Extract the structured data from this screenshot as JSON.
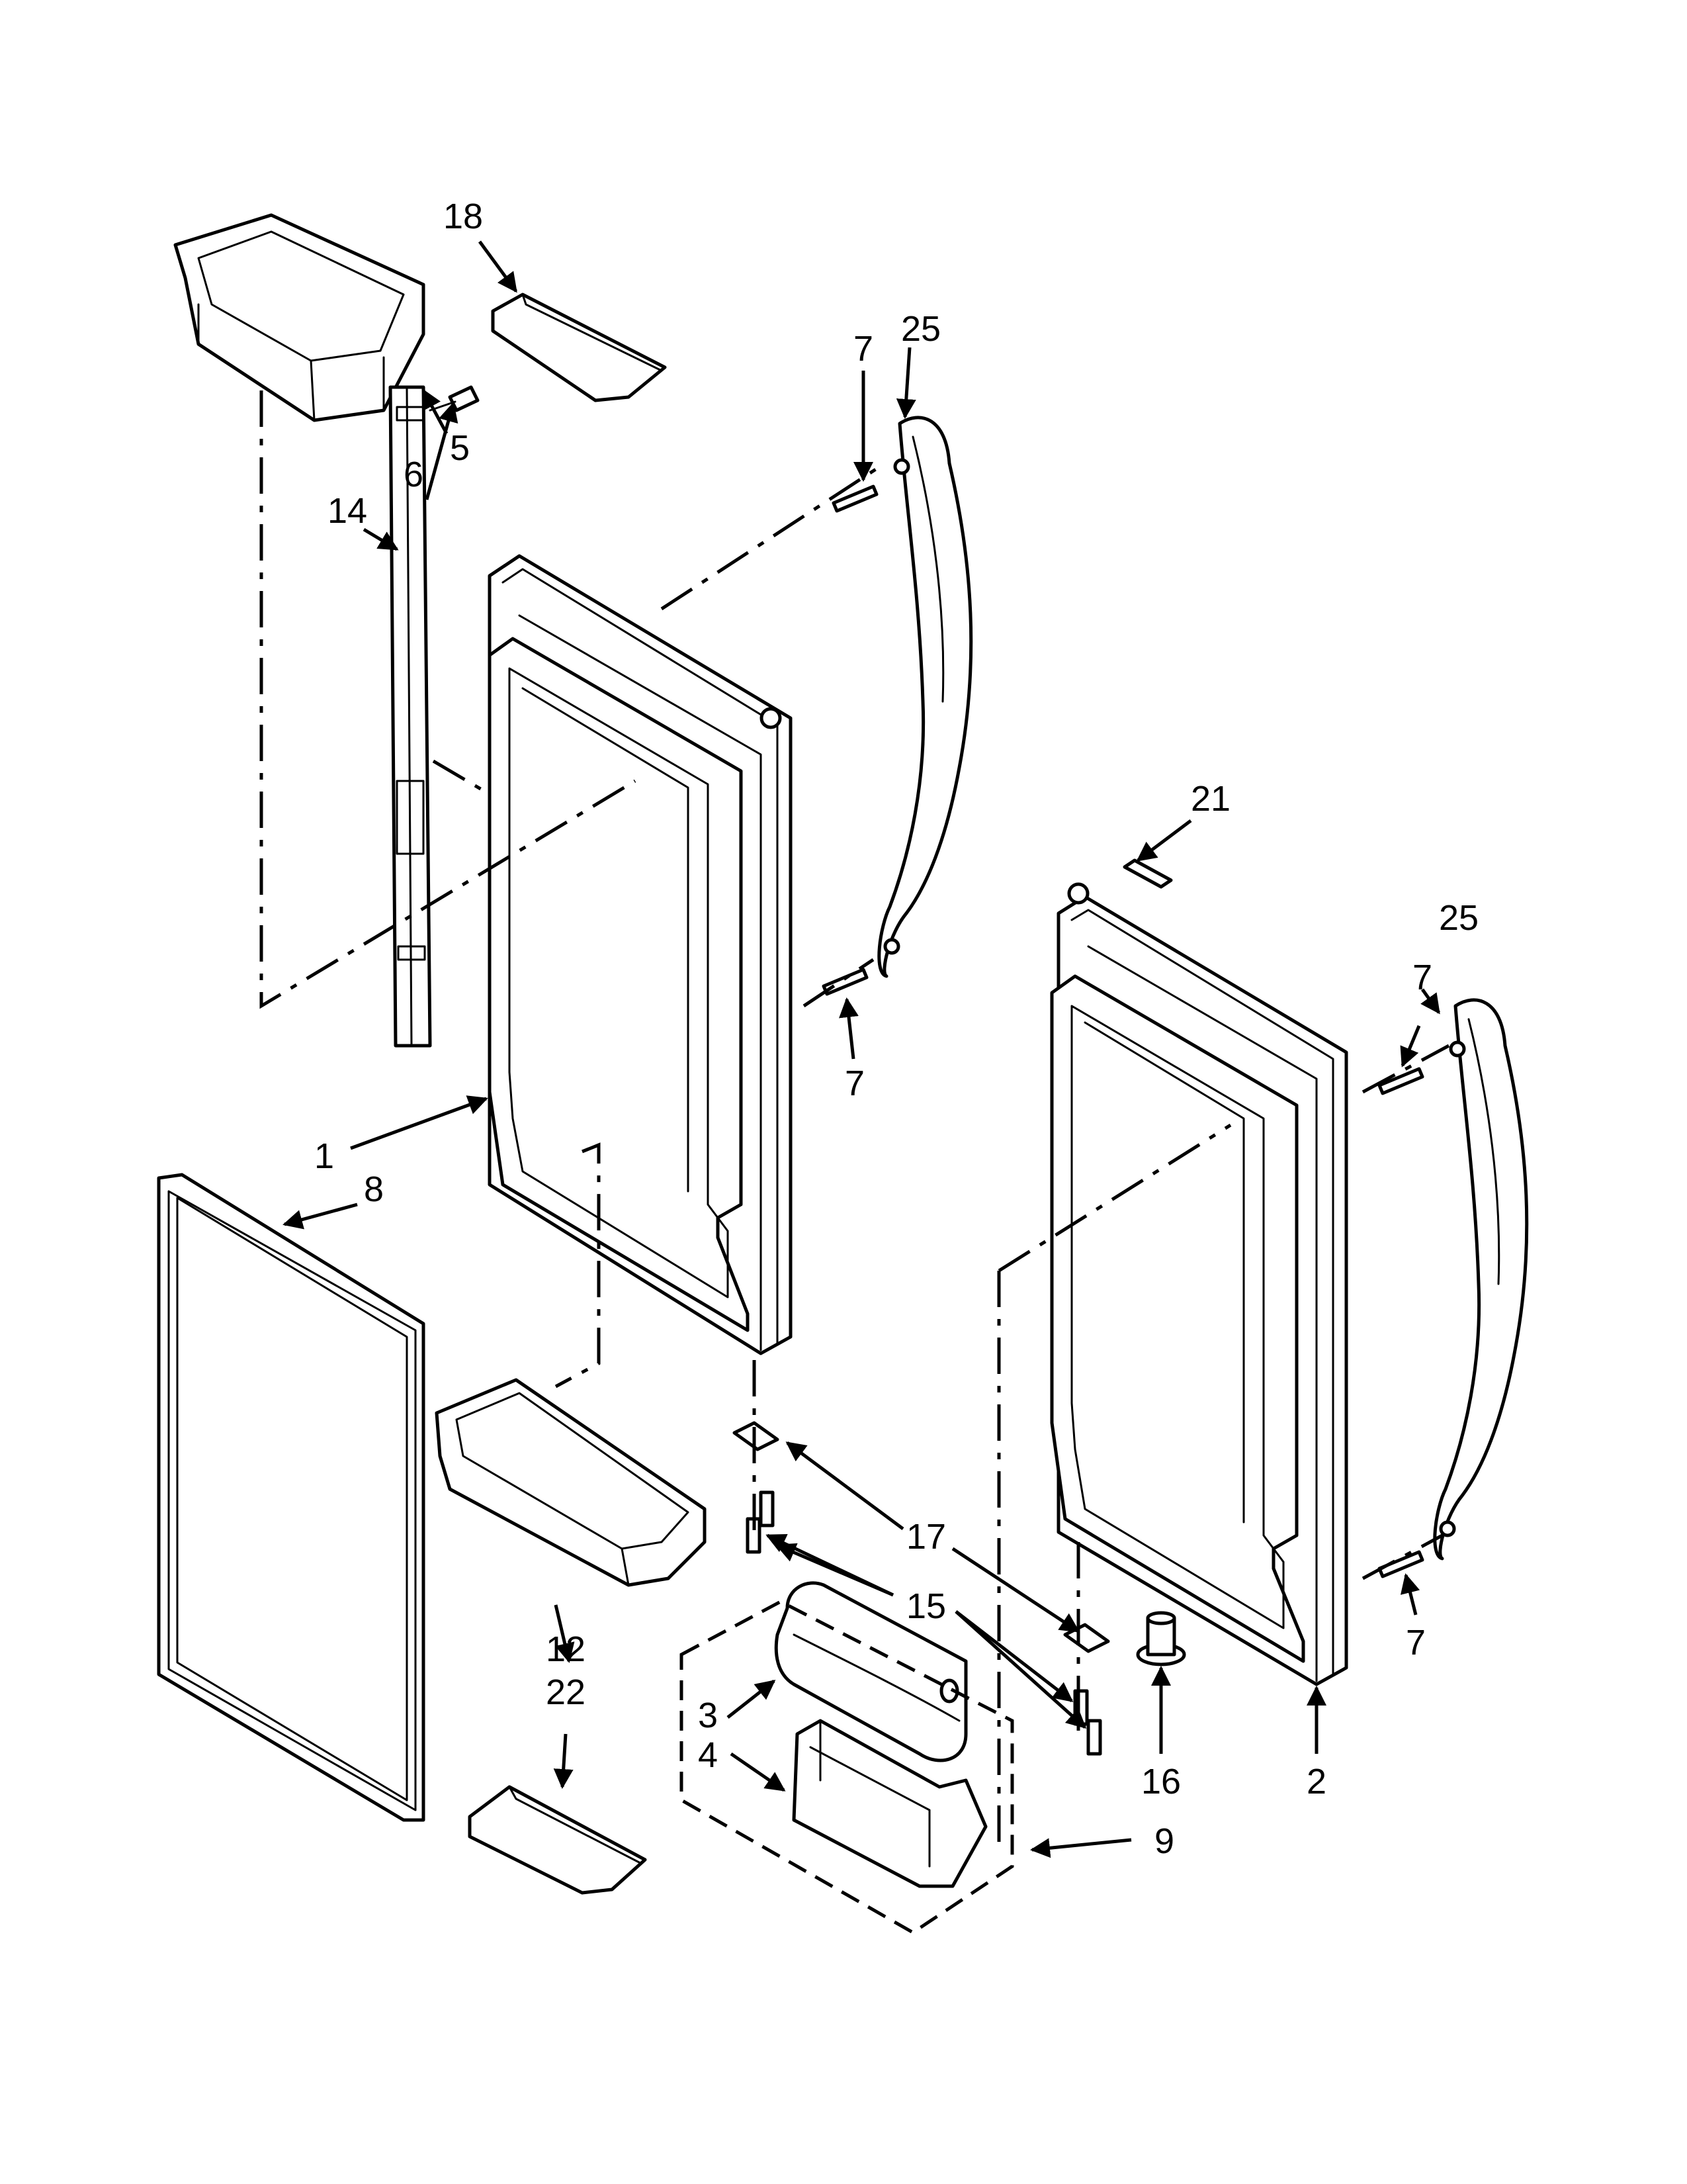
{
  "callouts": {
    "c18": "18",
    "c5": "5",
    "c25a": "25",
    "c7a": "7",
    "c6": "6",
    "c14": "14",
    "c7b": "7",
    "c21": "21",
    "c25b": "25",
    "c7c": "7",
    "c1": "1",
    "c8": "8",
    "c17": "17",
    "c15": "15",
    "c12": "12",
    "c22": "22",
    "c3": "3",
    "c4": "4",
    "c16": "16",
    "c2": "2",
    "c9": "9",
    "c7d": "7"
  },
  "colors": {
    "line": "#000000",
    "background": "#ffffff",
    "shade": "#d9d9d9"
  }
}
